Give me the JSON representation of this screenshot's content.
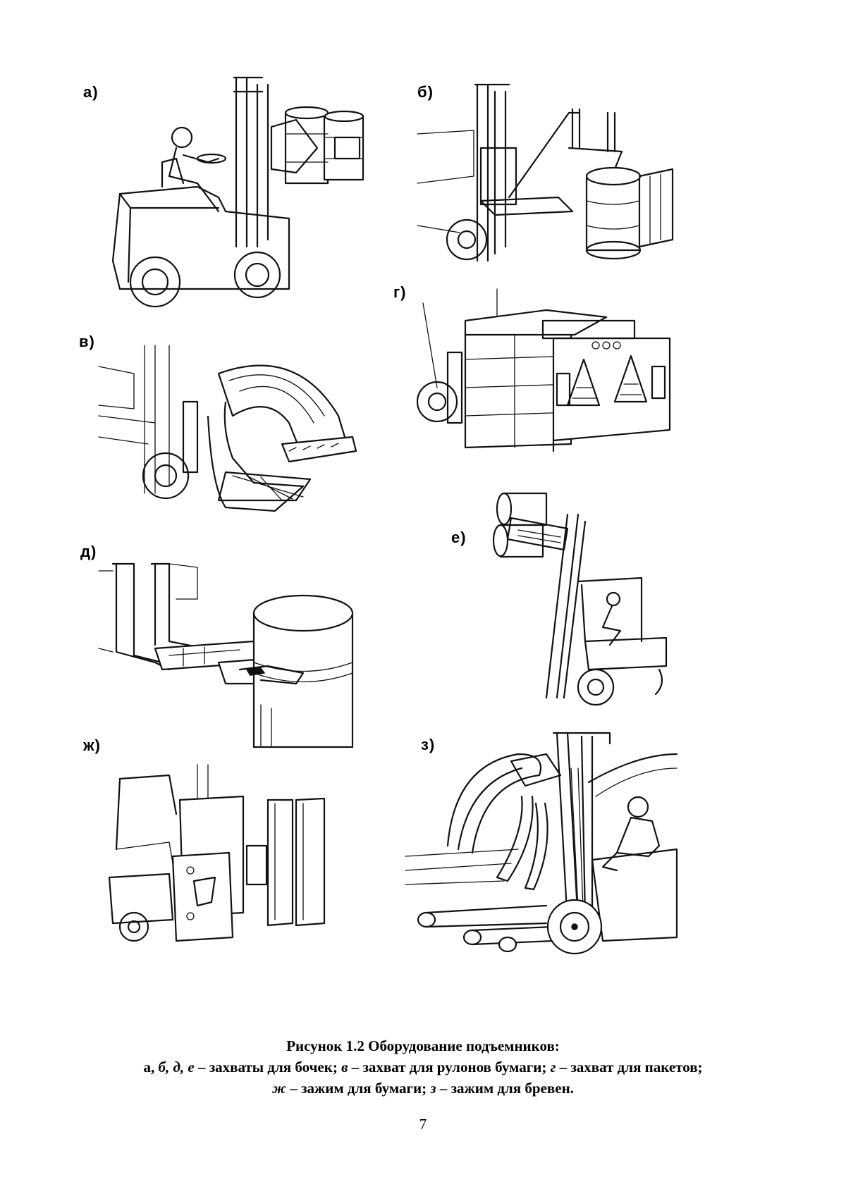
{
  "panels": [
    {
      "id": "a",
      "label": "а)"
    },
    {
      "id": "b",
      "label": "б)"
    },
    {
      "id": "v",
      "label": "в)"
    },
    {
      "id": "g",
      "label": "г)"
    },
    {
      "id": "d",
      "label": "д)"
    },
    {
      "id": "e",
      "label": "е)"
    },
    {
      "id": "zh",
      "label": "ж)"
    },
    {
      "id": "z",
      "label": "з)"
    }
  ],
  "caption": {
    "title": "Рисунок 1.2 Оборудование подъемников:",
    "line2": [
      {
        "text": "а, ",
        "italic": false
      },
      {
        "text": "б, д, е",
        "italic": true
      },
      {
        "text": " – захваты для бочек; ",
        "italic": false
      },
      {
        "text": "в",
        "italic": true
      },
      {
        "text": " – захват для рулонов бумаги; ",
        "italic": false
      },
      {
        "text": "г",
        "italic": true
      },
      {
        "text": " – захват для пакетов;",
        "italic": false
      }
    ],
    "line3": [
      {
        "text": "ж",
        "italic": true
      },
      {
        "text": " – зажим для бумаги; ",
        "italic": false
      },
      {
        "text": "з",
        "italic": true
      },
      {
        "text": " – зажим для бревен.",
        "italic": false
      }
    ]
  },
  "page_number": "7"
}
